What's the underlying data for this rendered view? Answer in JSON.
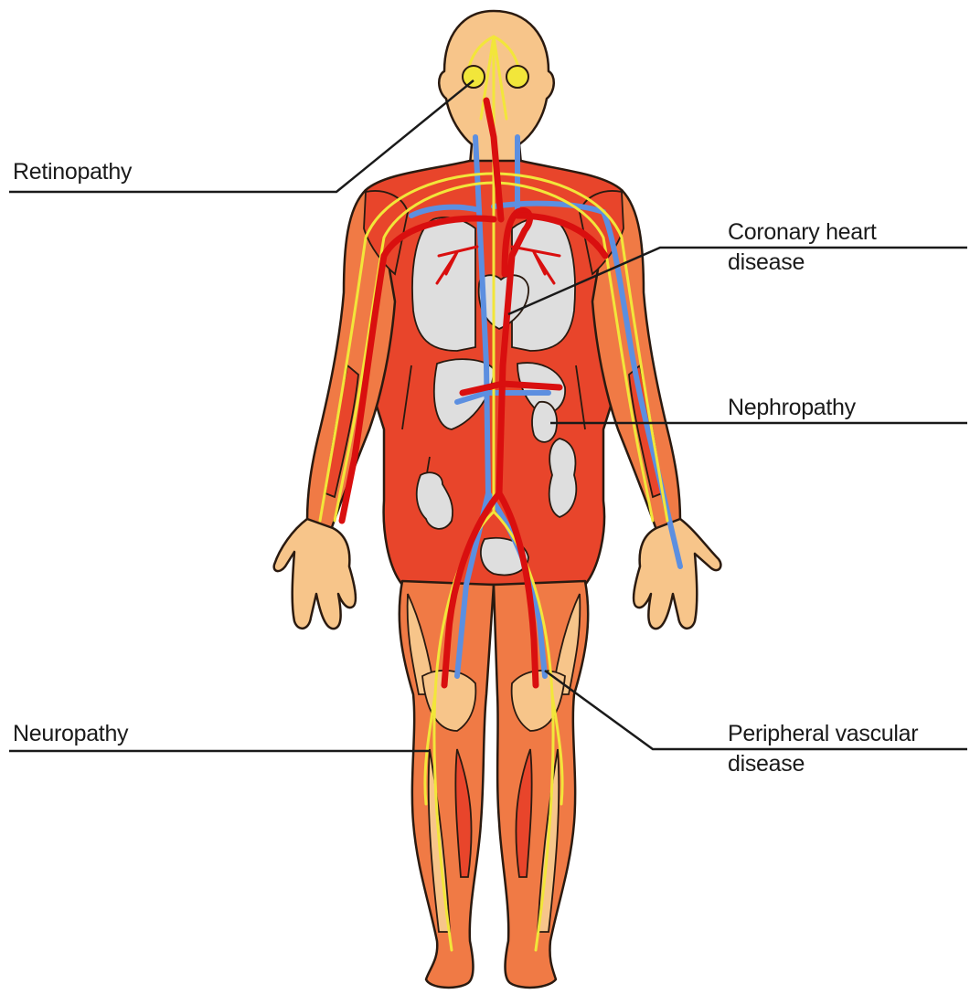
{
  "labels": {
    "retinopathy": "Retinopathy",
    "coronary_line1": "Coronary heart",
    "coronary_line2": "disease",
    "nephropathy": "Nephropathy",
    "neuropathy": "Neuropathy",
    "pvd_line1": "Peripheral vascular",
    "pvd_line2": "disease"
  },
  "colors": {
    "skin": "#f7c58a",
    "muscle": "#e8452b",
    "muscle_light": "#f07a45",
    "artery": "#d90f0f",
    "vein": "#5c8fe0",
    "nerve": "#f2e63a",
    "organ": "#dedede",
    "outline": "#2a1a10"
  }
}
